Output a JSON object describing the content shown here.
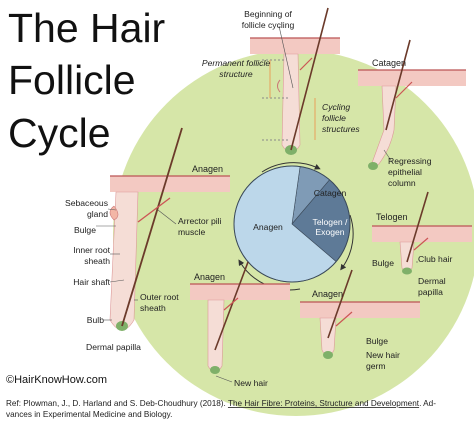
{
  "title": {
    "line1": "The Hair",
    "line2": "Follicle",
    "line3": "Cycle"
  },
  "pie": {
    "segments": [
      {
        "label": "Anagen",
        "fraction": 0.66,
        "color": "#bcd7ea"
      },
      {
        "label": "Catagen",
        "fraction": 0.09,
        "color": "#7f9bb6"
      },
      {
        "label": "Telogen / Exogen",
        "fraction": 0.25,
        "color": "#5e7a97"
      }
    ]
  },
  "top": {
    "beginning_line1": "Beginning of",
    "beginning_line2": "follicle cycling",
    "permanent_line1": "Permanent follicle",
    "permanent_line2": "structure",
    "cycling_line1": "Cycling",
    "cycling_line2": "follicle",
    "cycling_line3": "structures"
  },
  "catagen": {
    "stage": "Catagen",
    "regress1": "Regressing",
    "regress2": "epithelial",
    "regress3": "column"
  },
  "telogen": {
    "stage": "Telogen",
    "club": "Club hair",
    "bulge": "Bulge",
    "papilla1": "Dermal",
    "papilla2": "papilla"
  },
  "anagen_br": {
    "stage": "Anagen",
    "bulge": "Bulge",
    "germ1": "New hair",
    "germ2": "germ"
  },
  "anagen_b": {
    "stage": "Anagen",
    "newhair": "New hair"
  },
  "anagen_l": {
    "stage": "Anagen",
    "sebaceous1": "Sebaceous",
    "sebaceous2": "gland",
    "bulge": "Bulge",
    "inner1": "Inner root",
    "inner2": "sheath",
    "shaft": "Hair shaft",
    "bulb": "Bulb",
    "outer1": "Outer root",
    "outer2": "sheath",
    "papilla": "Dermal papilla",
    "arrector1": "Arrector pili",
    "arrector2": "muscle"
  },
  "footer": {
    "copyright": "©HairKnowHow.com",
    "ref_pre": "Ref: Plowman, J., D. Harland and S. Deb-Choudhury (2018). ",
    "ref_title": "The Hair Fibre: Proteins, Structure and Development",
    "ref_post": ". Ad-",
    "ref_line2": "vances in Experimental Medicine and Biology."
  },
  "colors": {
    "circle": "#d6e6a8",
    "skin": "#f3c9c2",
    "follicle": "#f5ddd6",
    "hair": "#6b3a2a",
    "papilla": "#7fb069",
    "pie_border": "#3b4a5a"
  }
}
